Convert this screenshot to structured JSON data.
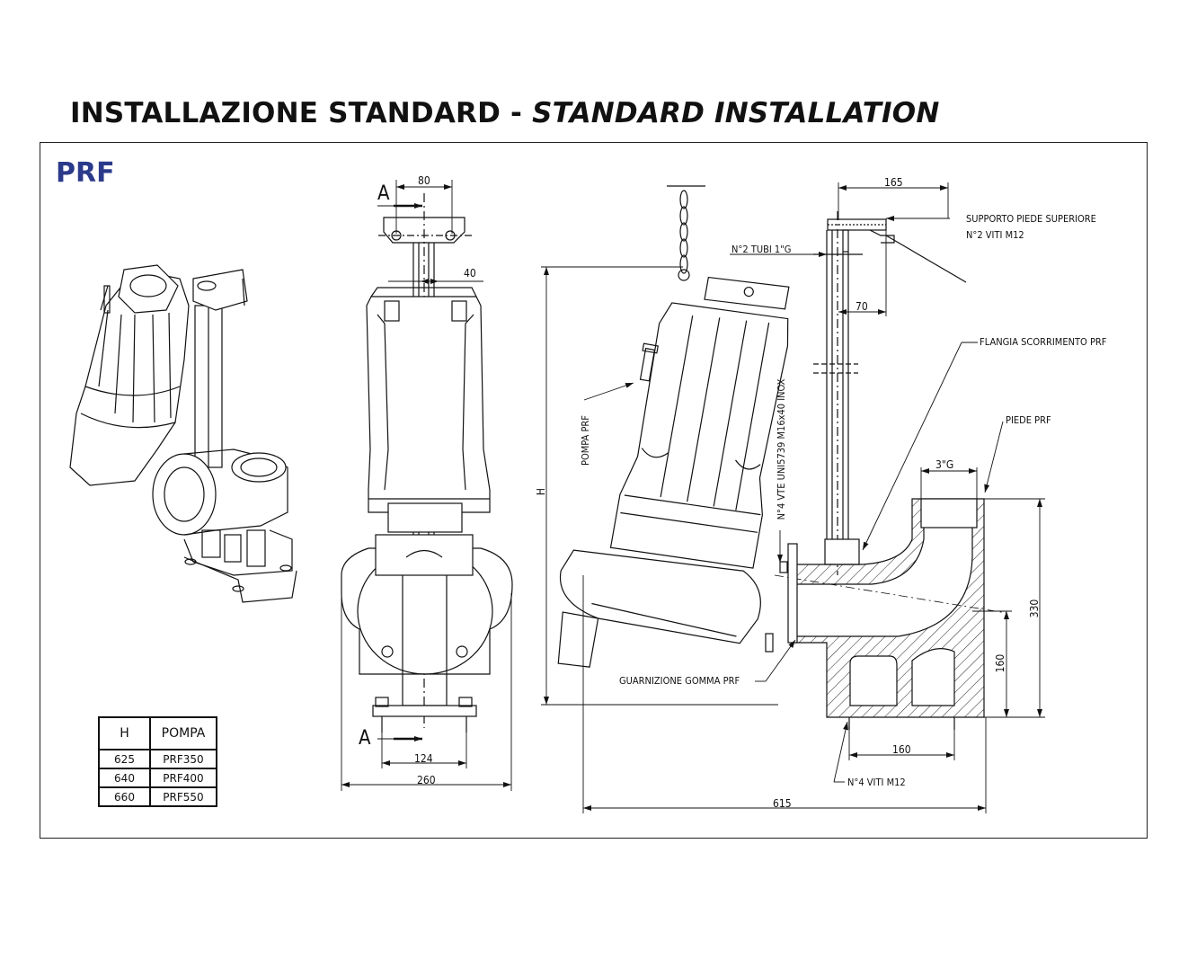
{
  "header": {
    "title_it": "INSTALLAZIONE STANDARD -",
    "title_en": "STANDARD INSTALLATION"
  },
  "series_label": "PRF",
  "table": {
    "columns": [
      "H",
      "POMPA"
    ],
    "rows": [
      [
        "625",
        "PRF350"
      ],
      [
        "640",
        "PRF400"
      ],
      [
        "660",
        "PRF550"
      ]
    ]
  },
  "front_view": {
    "section_mark_top": "A",
    "section_mark_bottom": "A",
    "dim_top": "80",
    "dim_guide": "40",
    "dim_base": "124",
    "dim_width": "260"
  },
  "side_view": {
    "dim_height": "H",
    "dim_rail_offset": "165",
    "dim_pipe_offset": "70",
    "dim_outlet": "3\"G",
    "dim_foot_height": "330",
    "dim_outlet_height": "160",
    "dim_bolt_spacing": "160",
    "dim_total_length": "615",
    "label_pump": "POMPA PRF",
    "label_bolts_vertical": "N°4 VTE UNI5739 M16x40 INOX",
    "label_tubes": "N°2 TUBI 1\"G",
    "label_upper_support": "SUPPORTO PIEDE SUPERIORE",
    "label_upper_screws": "N°2 VITI M12",
    "label_flange": "FLANGIA SCORRIMENTO PRF",
    "label_foot": "PIEDE PRF",
    "label_gasket": "GUARNIZIONE GOMMA PRF",
    "label_foot_screws": "N°4 VITI M12"
  }
}
